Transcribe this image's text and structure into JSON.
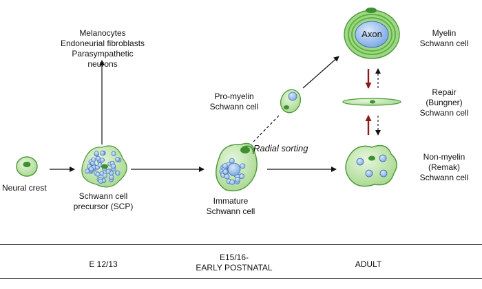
{
  "cells": {
    "neural_crest": "Neural crest",
    "scp": "Schwann cell\nprecursor (SCP)",
    "derivatives": "Melanocytes\nEndoneurial fibroblasts\nParasympathetic neurons",
    "immature": "Immature\nSchwann cell",
    "promyelin": "Pro-myelin\nSchwann cell",
    "radial_sorting": "Radial sorting",
    "axon": "Axon",
    "myelin": "Myelin\nSchwann cell",
    "repair": "Repair\n(Bungner)\nSchwann cell",
    "nonmyelin": "Non-myelin\n(Remak)\nSchwann cell"
  },
  "timeline": {
    "e12": "E 12/13",
    "e15": "E15/16-\nEARLY POSTNATAL",
    "adult": "ADULT"
  },
  "colors": {
    "cell_fill": "#c6e8b4",
    "cell_edge": "#4f9b3d",
    "myelin_ring": "#7cc65e",
    "axon_fill": "#5b9bd5",
    "nucleus_blue": "#8fb4e8",
    "nucleus_green": "#3d8f2f",
    "arrow_dark_red": "#8b1a1a",
    "arrow_black": "#111111"
  }
}
